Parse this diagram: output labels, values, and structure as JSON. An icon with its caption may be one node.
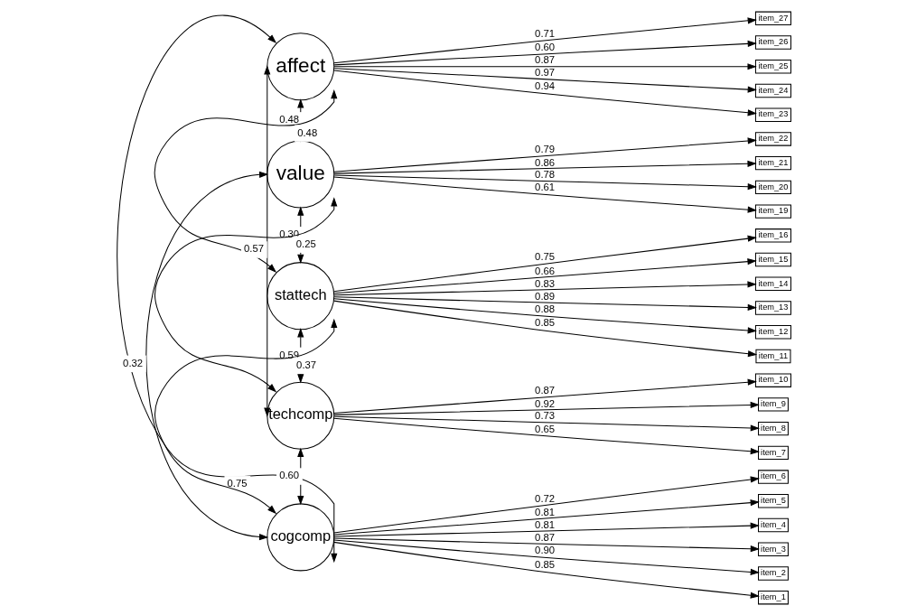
{
  "diagram": {
    "nodes": [
      {
        "text": [
          "affect"
        ]
      },
      {
        "text": [
          "value"
        ]
      },
      {
        "text": [
          "stattech"
        ]
      },
      {
        "text": [
          "techcomp"
        ]
      },
      {
        "text": [
          "cogcomp"
        ]
      },
      {
        "text": [
          "item_27"
        ]
      },
      {
        "text": [
          "item_26"
        ]
      },
      {
        "text": [
          "item_25"
        ]
      },
      {
        "text": [
          "item_24"
        ]
      },
      {
        "text": [
          "item_23"
        ]
      },
      {
        "text": [
          "item_22"
        ]
      },
      {
        "text": [
          "item_21"
        ]
      },
      {
        "text": [
          "item_20"
        ]
      },
      {
        "text": [
          "item_19"
        ]
      },
      {
        "text": [
          "item_16"
        ]
      },
      {
        "text": [
          "item_15"
        ]
      },
      {
        "text": [
          "item_14"
        ]
      },
      {
        "text": [
          "item_13"
        ]
      },
      {
        "text": [
          "item_12"
        ]
      },
      {
        "text": [
          "item_11"
        ]
      },
      {
        "text": [
          "item_10"
        ]
      },
      {
        "text": [
          "item_9"
        ]
      },
      {
        "text": [
          "item_8"
        ]
      },
      {
        "text": [
          "item_7"
        ]
      },
      {
        "text": [
          "item_6"
        ]
      },
      {
        "text": [
          "item_5"
        ]
      },
      {
        "text": [
          "item_4"
        ]
      },
      {
        "text": [
          "item_3"
        ]
      },
      {
        "text": [
          "item_2"
        ]
      },
      {
        "text": [
          "item_1"
        ]
      }
    ],
    "edges": [
      {
        "from": 0,
        "to": 5,
        "arrow": "to",
        "label": "0.71"
      },
      {
        "from": 0,
        "to": 6,
        "arrow": "to",
        "label": "0.60"
      },
      {
        "from": 0,
        "to": 7,
        "arrow": "to",
        "label": "0.87"
      },
      {
        "from": 0,
        "to": 8,
        "arrow": "to",
        "label": "0.97"
      },
      {
        "from": 0,
        "to": 9,
        "arrow": "to",
        "label": "0.94"
      },
      {
        "from": 1,
        "to": 10,
        "arrow": "to",
        "label": "0.79"
      },
      {
        "from": 1,
        "to": 11,
        "arrow": "to",
        "label": "0.86"
      },
      {
        "from": 1,
        "to": 12,
        "arrow": "to",
        "label": "0.78"
      },
      {
        "from": 1,
        "to": 13,
        "arrow": "to",
        "label": "0.61"
      },
      {
        "from": 2,
        "to": 14,
        "arrow": "to",
        "label": "0.75"
      },
      {
        "from": 2,
        "to": 15,
        "arrow": "to",
        "label": "0.66"
      },
      {
        "from": 2,
        "to": 16,
        "arrow": "to",
        "label": "0.83"
      },
      {
        "from": 2,
        "to": 17,
        "arrow": "to",
        "label": "0.89"
      },
      {
        "from": 2,
        "to": 18,
        "arrow": "to",
        "label": "0.88"
      },
      {
        "from": 2,
        "to": 19,
        "arrow": "to",
        "label": "0.85"
      },
      {
        "from": 3,
        "to": 20,
        "arrow": "to",
        "label": "0.87"
      },
      {
        "from": 3,
        "to": 21,
        "arrow": "to",
        "label": "0.92"
      },
      {
        "from": 3,
        "to": 22,
        "arrow": "to",
        "label": "0.73"
      },
      {
        "from": 3,
        "to": 23,
        "arrow": "to",
        "label": "0.65"
      },
      {
        "from": 4,
        "to": 24,
        "arrow": "to",
        "label": "0.72"
      },
      {
        "from": 4,
        "to": 25,
        "arrow": "to",
        "label": "0.81"
      },
      {
        "from": 4,
        "to": 26,
        "arrow": "to",
        "label": "0.81"
      },
      {
        "from": 4,
        "to": 27,
        "arrow": "to",
        "label": "0.87"
      },
      {
        "from": 4,
        "to": 28,
        "arrow": "to",
        "label": "0.90"
      },
      {
        "from": 4,
        "to": 29,
        "arrow": "to",
        "label": "0.85"
      },
      {
        "from": 0,
        "to": 1,
        "arrow": "both",
        "label": "0.48"
      },
      {
        "from": 0,
        "to": 2,
        "arrow": "both",
        "label": "0.48"
      },
      {
        "from": 0,
        "to": 3,
        "arrow": "both",
        "label": "0.57"
      },
      {
        "from": 0,
        "to": 4,
        "arrow": "both",
        "label": "0.75"
      },
      {
        "from": 1,
        "to": 2,
        "arrow": "both",
        "label": "0.30"
      },
      {
        "from": 1,
        "to": 3,
        "arrow": "both",
        "label": "0.25"
      },
      {
        "from": 1,
        "to": 4,
        "arrow": "both",
        "label": "0.32"
      },
      {
        "from": 2,
        "to": 3,
        "arrow": "both",
        "label": "0.59"
      },
      {
        "from": 2,
        "to": 4,
        "arrow": "both",
        "label": "0.37"
      },
      {
        "from": 3,
        "to": 4,
        "arrow": "both",
        "label": "0.60"
      }
    ]
  }
}
